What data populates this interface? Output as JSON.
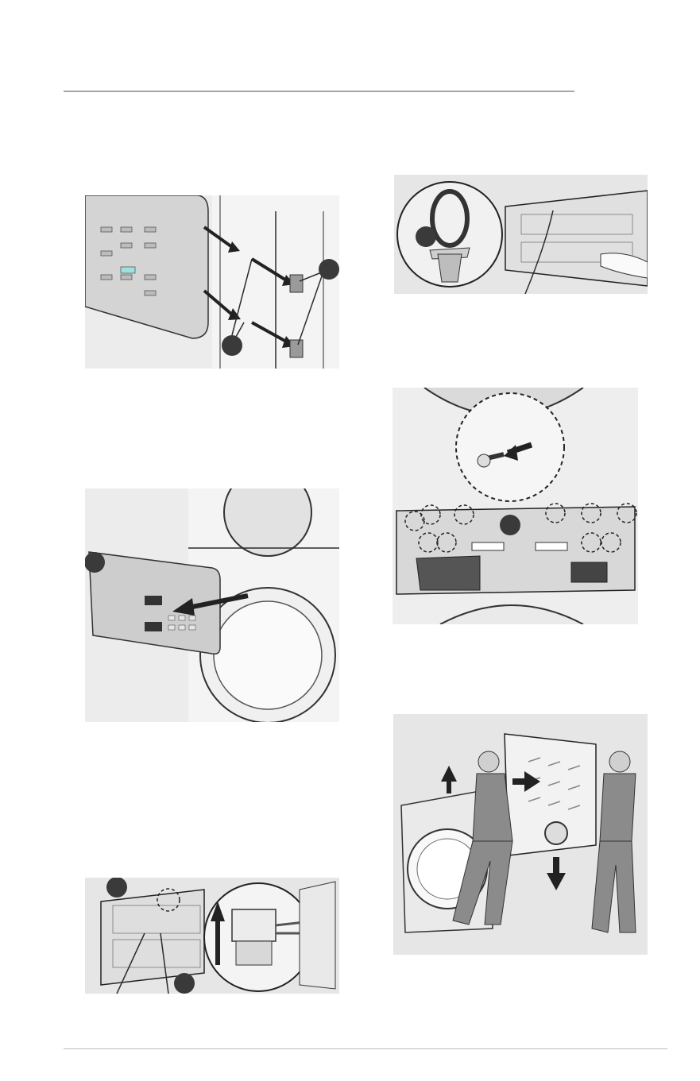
{
  "page": {
    "figures": [
      {
        "id": "front-caps",
        "desc_icons": [
          "arrow-icon",
          "screw-icon",
          "end-cap-icon"
        ]
      },
      {
        "id": "wire-clip",
        "desc_icons": [
          "clip-icon"
        ]
      },
      {
        "id": "pull-panel",
        "desc_icons": [
          "arrow-icon"
        ]
      },
      {
        "id": "screws",
        "desc_icons": [
          "screw-icon",
          "arrow-icon"
        ]
      },
      {
        "id": "connector",
        "desc_icons": [
          "connector-icon",
          "arrow-up-icon"
        ]
      },
      {
        "id": "lift-dryer",
        "desc_icons": [
          "arrow-up-icon",
          "arrow-right-icon",
          "arrow-down-icon"
        ]
      }
    ]
  }
}
